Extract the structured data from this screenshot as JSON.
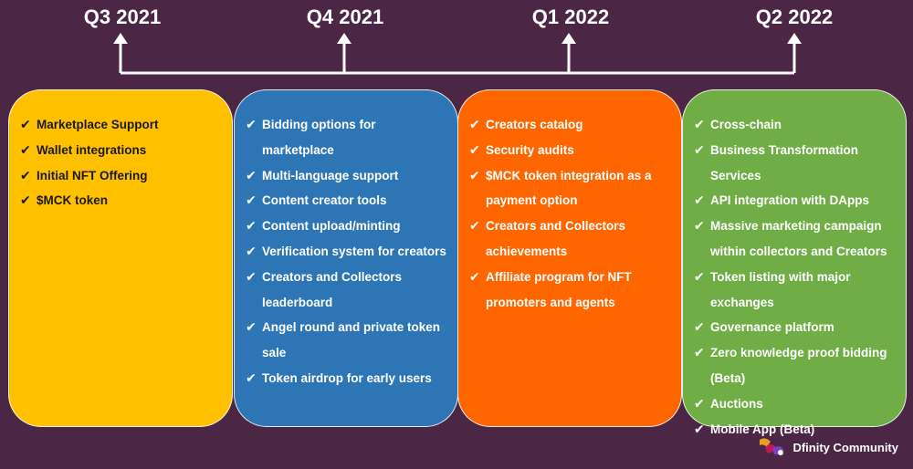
{
  "timeline": {
    "quarters": [
      {
        "label": "Q3 2021"
      },
      {
        "label": "Q4 2021"
      },
      {
        "label": "Q1 2022"
      },
      {
        "label": "Q2 2022"
      }
    ]
  },
  "columns": [
    {
      "color": "#ffc000",
      "items": [
        "Marketplace Support",
        "Wallet integrations",
        "Initial NFT Offering",
        "$MCK token"
      ]
    },
    {
      "color": "#2e75b6",
      "items": [
        "Bidding options for marketplace",
        "Multi-language support",
        "Content creator tools",
        "Content upload/minting",
        "Verification system for creators",
        "Creators and Collectors leaderboard",
        "Angel round and private token sale",
        "Token airdrop for early users"
      ]
    },
    {
      "color": "#ff6600",
      "items": [
        "Creators catalog",
        "Security audits",
        "$MCK token integration as a payment option",
        "Creators and Collectors achievements",
        "Affiliate program for NFT promoters and agents"
      ]
    },
    {
      "color": "#70ad47",
      "items": [
        "Cross-chain",
        "Business Transformation Services",
        "API integration with DApps",
        "Massive marketing campaign within collectors and Creators",
        "Token listing with major exchanges",
        "Governance platform",
        "Zero knowledge proof bidding (Beta)",
        "Auctions",
        "Mobile App (Beta)"
      ]
    }
  ],
  "checkmark": "✔",
  "branding": {
    "name": "Dfinity Community",
    "icon": "dfinity-logo-icon"
  },
  "colors": {
    "background": "#4b2645",
    "connector": "#ffffff"
  }
}
